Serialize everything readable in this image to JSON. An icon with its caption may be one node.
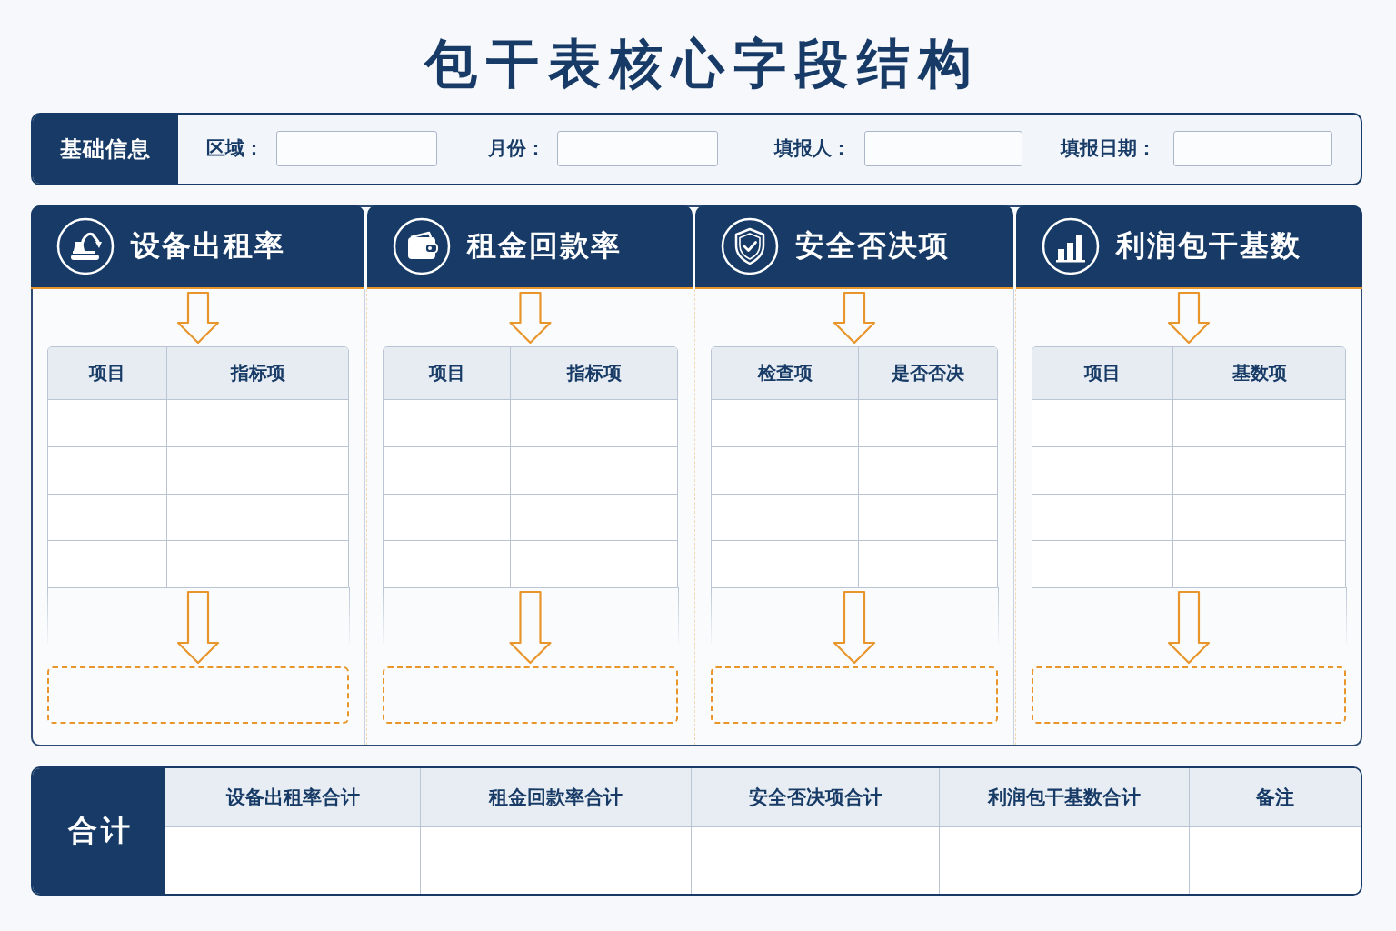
{
  "diagram": {
    "title": "包干表核心字段结构",
    "nodes": [
      {
        "text": [
          "基础信息",
          "区域：",
          "月份：",
          "填报人：",
          "填报日期："
        ]
      },
      {
        "text": [],
        "shape": "box"
      },
      {
        "text": [
          "设备出租率"
        ],
        "in": 1
      },
      {
        "text": [
          "项目",
          "指标项"
        ],
        "in": 1
      },
      {
        "text": [],
        "shape": "box",
        "in": 1
      },
      {
        "text": [
          "租金回款率"
        ],
        "in": 1
      },
      {
        "text": [
          "项目",
          "指标项"
        ],
        "in": 1
      },
      {
        "text": [],
        "shape": "box",
        "in": 1
      },
      {
        "text": [
          "安全否决项"
        ],
        "in": 1
      },
      {
        "text": [
          "检查项",
          "是否否决"
        ],
        "in": 1
      },
      {
        "text": [],
        "shape": "box",
        "in": 1
      },
      {
        "text": [
          "利润包干基数"
        ],
        "in": 1
      },
      {
        "text": [
          "项目",
          "基数项"
        ],
        "in": 1
      },
      {
        "text": [],
        "shape": "box",
        "in": 1
      },
      {
        "text": [
          "合计",
          "设备出租率合计",
          "租金回款率合计",
          "安全否决项合计",
          "利润包干基数合计",
          "备注"
        ]
      }
    ],
    "edges": [
      {
        "from": 2,
        "to": 3,
        "arrow": "to"
      },
      {
        "from": 3,
        "to": 4,
        "arrow": "to"
      },
      {
        "from": 5,
        "to": 6,
        "arrow": "to"
      },
      {
        "from": 6,
        "to": 7,
        "arrow": "to"
      },
      {
        "from": 8,
        "to": 9,
        "arrow": "to"
      },
      {
        "from": 9,
        "to": 10,
        "arrow": "to"
      },
      {
        "from": 11,
        "to": 12,
        "arrow": "to"
      },
      {
        "from": 12,
        "to": 13,
        "arrow": "to"
      }
    ]
  }
}
